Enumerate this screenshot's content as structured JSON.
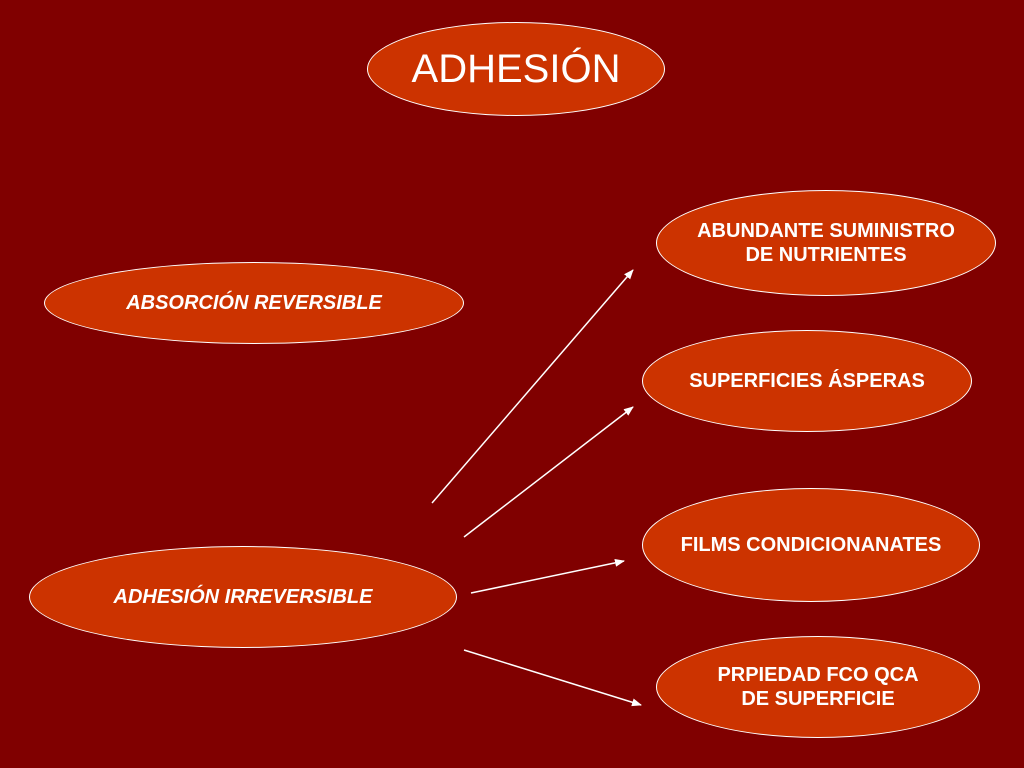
{
  "slide": {
    "background": "#800000",
    "node_fill": "#cc3300",
    "node_stroke": "#ffffff",
    "text_color": "#ffffff"
  },
  "title": "ADHESIÓN",
  "left_nodes": {
    "reversible": "ABSORCIÓN REVERSIBLE",
    "irreversible": "ADHESIÓN IRREVERSIBLE"
  },
  "right_nodes": {
    "nutrients": "ABUNDANTE SUMINISTRO\nDE NUTRIENTES",
    "rough_surfaces": "SUPERFICIES ÁSPERAS",
    "films": "FILMS CONDICIONANATES",
    "properties": "PRPIEDAD FCO QCA\nDE SUPERFICIE"
  }
}
